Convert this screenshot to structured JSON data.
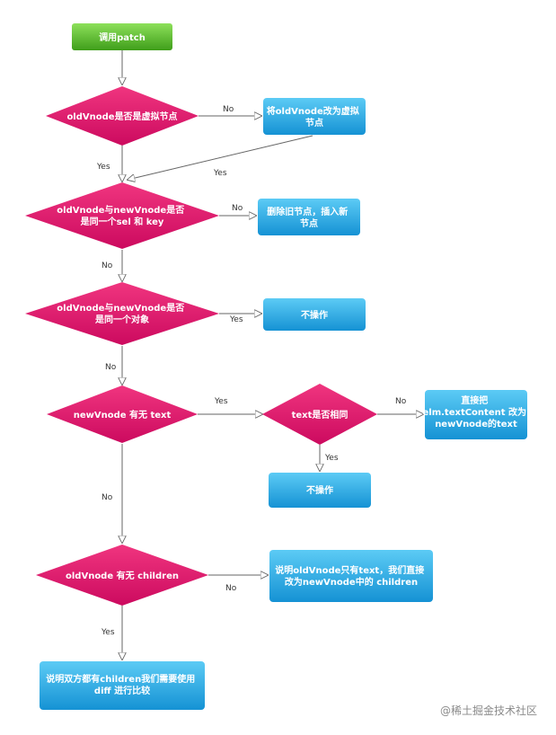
{
  "nodes": {
    "start": "调用patch",
    "check_virtual": "oldVnode是否是虚拟节点",
    "convert_virtual": [
      "将oldVnode改为虚拟",
      "节点"
    ],
    "check_same_sel_key": [
      "oldVnode与newVnode是否",
      "是同一个sel 和 key"
    ],
    "remove_insert": [
      "删除旧节点，插入新",
      "节点"
    ],
    "check_same_object": [
      "oldVnode与newVnode是否",
      "是同一个对象"
    ],
    "no_op_1": "不操作",
    "check_text": "newVnode 有无 text",
    "text_same": "text是否相同",
    "set_text": [
      "直接把",
      "elm.textContent 改为",
      "newVnode的text"
    ],
    "no_op_2": "不操作",
    "check_children": "oldVnode 有无 children",
    "old_only_text": [
      "说明oldVnode只有text，我们直接",
      "改为newVnode中的 children"
    ],
    "both_children": [
      "说明双方都有children我们需要使用",
      "diff 进行比较"
    ]
  },
  "edges": {
    "virtual_no": "No",
    "virtual_yes": "Yes",
    "converted_yes": "Yes",
    "sel_key_no": "No",
    "sel_key_else": "No",
    "same_object_yes": "Yes",
    "same_object_no": "No",
    "text_yes": "Yes",
    "text_same_no": "No",
    "text_same_yes": "Yes",
    "text_no": "No",
    "children_no": "No",
    "children_yes": "Yes"
  },
  "watermark": "@稀土掘金技术社区",
  "colors": {
    "start": "#5cbf2a",
    "decision": "#e0116f",
    "process": "#1ba1e2",
    "line": "#666666"
  }
}
